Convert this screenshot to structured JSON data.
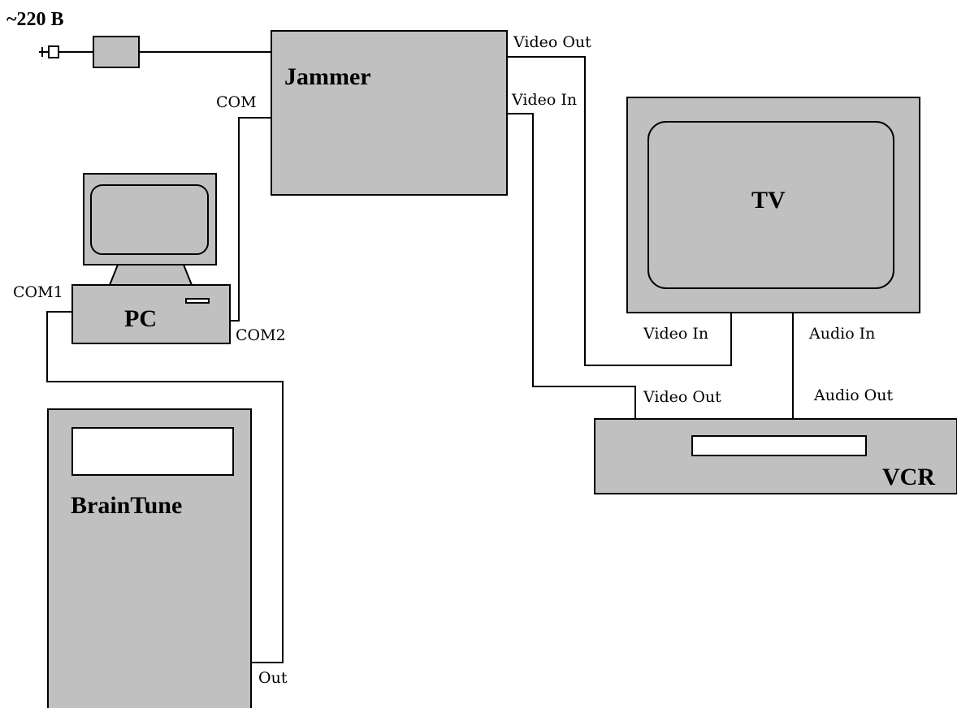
{
  "power": {
    "voltage_label": "~220 В"
  },
  "devices": {
    "jammer": "Jammer",
    "pc": "PC",
    "tv": "TV",
    "vcr": "VCR",
    "braintune": "BrainTune"
  },
  "ports": {
    "jammer_video_out": "Video Out",
    "jammer_video_in": "Video In",
    "jammer_com": "COM",
    "pc_com1": "COM1",
    "pc_com2": "COM2",
    "tv_video_in": "Video In",
    "tv_audio_in": "Audio In",
    "vcr_video_out": "Video Out",
    "vcr_audio_out": "Audio Out",
    "braintune_out": "Out"
  },
  "colors": {
    "device_fill": "#c0c0c0",
    "line": "#000000",
    "background": "#ffffff"
  }
}
